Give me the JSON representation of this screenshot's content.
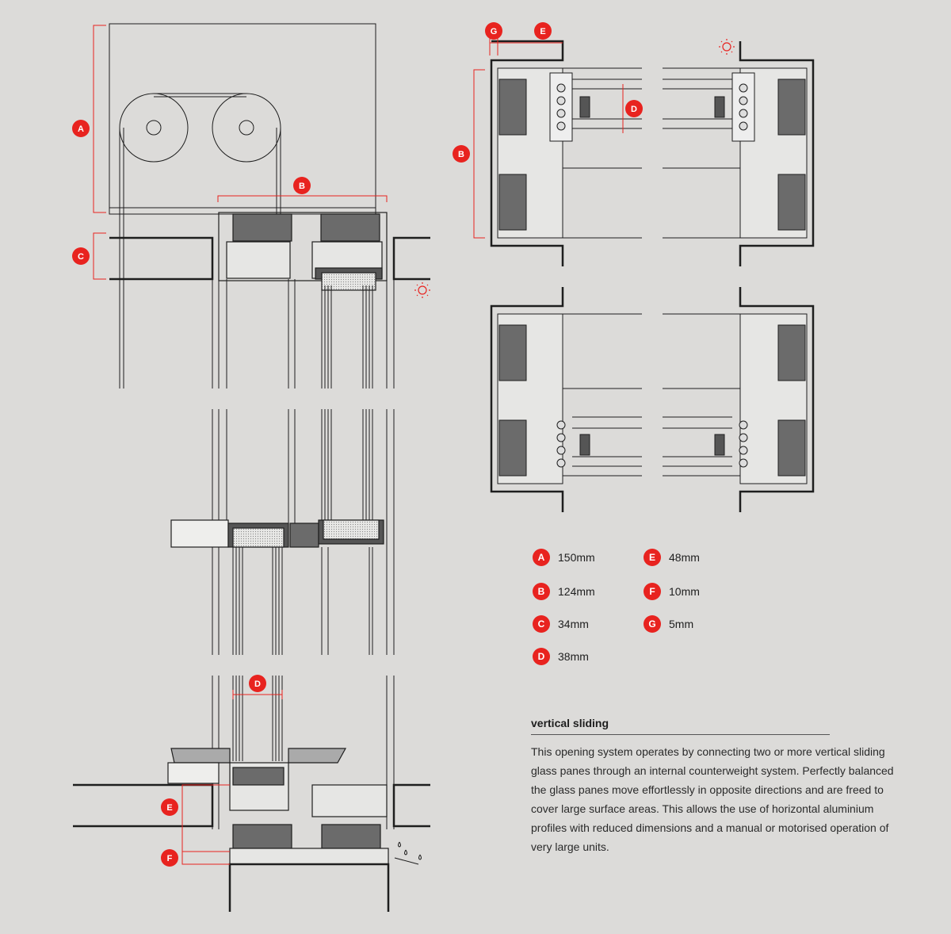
{
  "callout_labels": {
    "a": "A",
    "b": "B",
    "c": "C",
    "d": "D",
    "e": "E",
    "f": "F",
    "g": "G"
  },
  "legend": [
    {
      "letter": "A",
      "value": "150mm"
    },
    {
      "letter": "B",
      "value": "124mm"
    },
    {
      "letter": "C",
      "value": "34mm"
    },
    {
      "letter": "D",
      "value": "38mm"
    },
    {
      "letter": "E",
      "value": "48mm"
    },
    {
      "letter": "F",
      "value": "10mm"
    },
    {
      "letter": "G",
      "value": "5mm"
    }
  ],
  "description": {
    "heading": "vertical sliding",
    "body": "This opening system operates by connecting two or more vertical sliding glass panes through an internal counterweight system. Perfectly balanced the glass panes move effortlessly in opposite directions and are freed to cover large surface areas. This allows the use of horizontal aluminium profiles with reduced dimensions and a manual or motorised operation of very large units."
  },
  "icons": [
    "sun-icon",
    "sun-icon",
    "water-drops-icon"
  ],
  "colors": {
    "background": "#dcdbd9",
    "accent": "#e8231f",
    "profile": "#6b6b6b",
    "line": "#1e1e1e"
  }
}
